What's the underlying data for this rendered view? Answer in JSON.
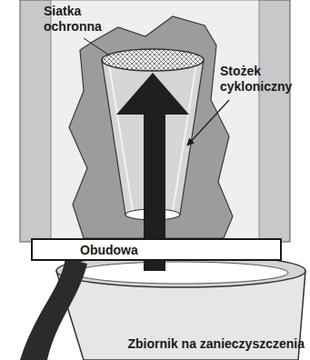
{
  "diagram": {
    "nodes": [
      {
        "text": [
          "Obudowa"
        ]
      }
    ],
    "labels": [
      "Siatka ochronna",
      "Stożek cykloniczny",
      "Zbiornik na zanieczyszczenia"
    ]
  }
}
